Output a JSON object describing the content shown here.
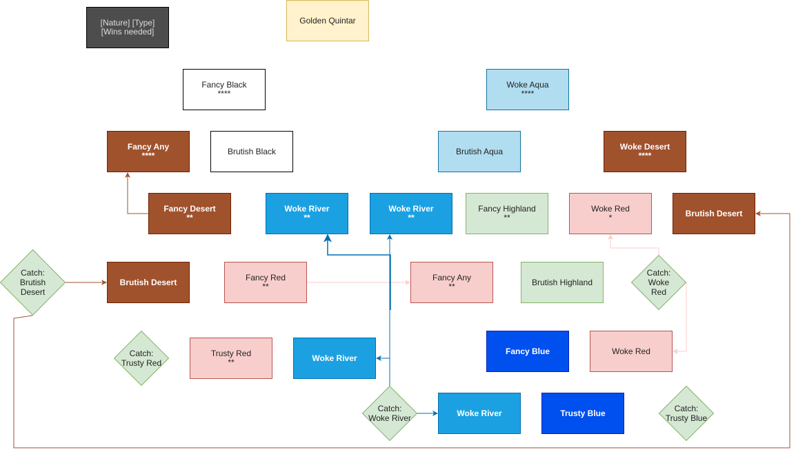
{
  "legend": "[Nature] [Type]\n[Wins needed]",
  "title": "Golden Quintar",
  "nodes": {
    "fancy_black": "Fancy Black\n****",
    "woke_aqua": "Woke Aqua\n****",
    "fancy_any_top": "Fancy Any\n****",
    "brutish_black": "Brutish Black",
    "brutish_aqua": "Brutish Aqua",
    "woke_desert": "Woke Desert\n****",
    "fancy_desert": "Fancy Desert\n**",
    "woke_river_a": "Woke River\n**",
    "woke_river_b": "Woke River\n**",
    "fancy_highland": "Fancy Highland\n**",
    "woke_red_top": "Woke Red\n*",
    "brutish_desert_right": "Brutish Desert",
    "brutish_desert_left": "Brutish Desert",
    "fancy_red": "Fancy Red\n**",
    "fancy_any_mid": "Fancy Any\n**",
    "brutish_highland": "Brutish Highland",
    "trusty_red": "Trusty Red\n**",
    "woke_river_c": "Woke River",
    "fancy_blue": "Fancy Blue",
    "woke_red_bottom": "Woke Red",
    "woke_river_d": "Woke River",
    "trusty_blue": "Trusty Blue"
  },
  "catches": {
    "brutish_desert": "Catch:\nBrutish\nDesert",
    "woke_red": "Catch:\nWoke\nRed",
    "trusty_red": "Catch:\nTrusty Red",
    "woke_river": "Catch:\nWoke River",
    "trusty_blue": "Catch:\nTrusty Blue"
  },
  "colors": {
    "brown": "#a0522d",
    "blue_edge": "#006eaf",
    "pink_edge": "#f8cecc"
  }
}
